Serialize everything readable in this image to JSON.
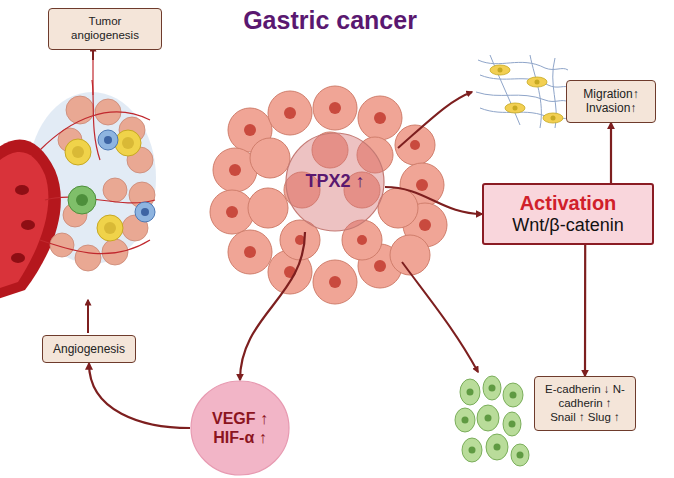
{
  "diagram": {
    "title": "Gastric cancer",
    "nodes": [
      {
        "text": [
          "Tumor angiogenesis"
        ]
      },
      {
        "text": [
          "Migration↑ Invasion↑"
        ]
      },
      {
        "text": [
          "TPX2 ↑"
        ]
      },
      {
        "text": [
          "Activation",
          "Wnt/β-catenin"
        ]
      },
      {
        "text": [
          "Angiogenesis"
        ]
      },
      {
        "text": [
          "VEGF ↑ HIF-α ↑"
        ]
      },
      {
        "text": [
          "E-cadherin ↓ N-cadherin ↑ Snail ↑ Slug ↑"
        ]
      }
    ],
    "edges": [
      {
        "from": 2,
        "to": 3,
        "arrow": "to"
      },
      {
        "from": 3,
        "to": 1,
        "arrow": "to"
      },
      {
        "from": 3,
        "to": 6,
        "arrow": "to"
      },
      {
        "from": 2,
        "to": 5,
        "arrow": "to"
      },
      {
        "from": 5,
        "to": 4,
        "arrow": "to"
      }
    ]
  }
}
